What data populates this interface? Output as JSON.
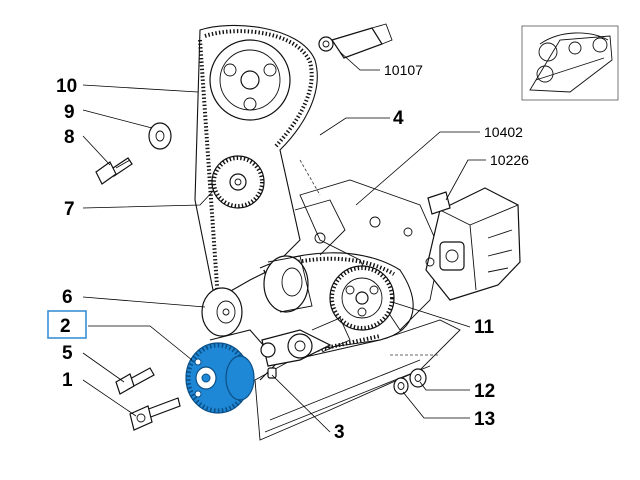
{
  "diagram": {
    "highlight_color": "#1e88d6",
    "box_color": "#3a8fd4",
    "callouts": {
      "c1": "1",
      "c2": "2",
      "c3": "3",
      "c4": "4",
      "c5": "5",
      "c6": "6",
      "c7": "7",
      "c8": "8",
      "c9": "9",
      "c10": "10",
      "c11": "11",
      "c12": "12",
      "c13": "13",
      "c10107": "10107",
      "c10402": "10402",
      "c10226": "10226"
    }
  }
}
